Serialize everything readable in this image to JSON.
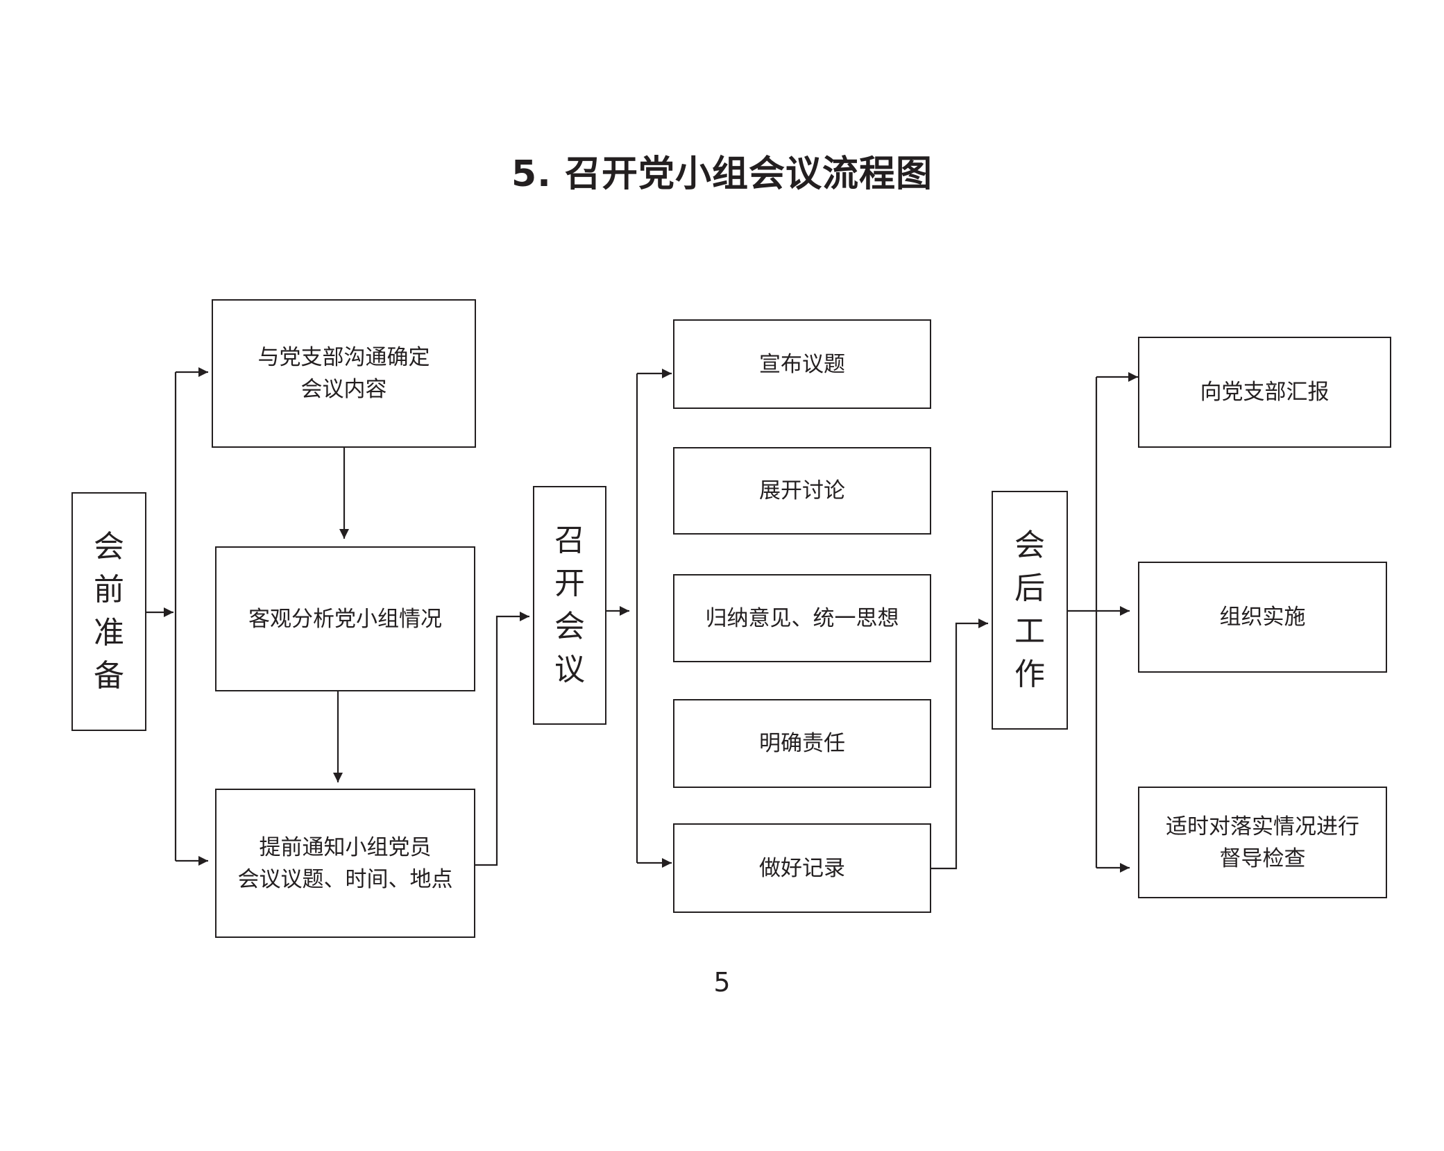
{
  "title": "5. 召开党小组会议流程图",
  "page_number": "5",
  "stages": {
    "prepare": "会前准备",
    "meeting": "召开会议",
    "after": "会后工作"
  },
  "prepare_steps": [
    "与党支部沟通确定\n会议内容",
    "客观分析党小组情况",
    "提前通知小组党员\n会议议题、时间、地点"
  ],
  "meeting_steps": [
    "宣布议题",
    "展开讨论",
    "归纳意见、统一思想",
    "明确责任",
    "做好记录"
  ],
  "after_steps": [
    "向党支部汇报",
    "组织实施",
    "适时对落实情况进行\n督导检查"
  ]
}
